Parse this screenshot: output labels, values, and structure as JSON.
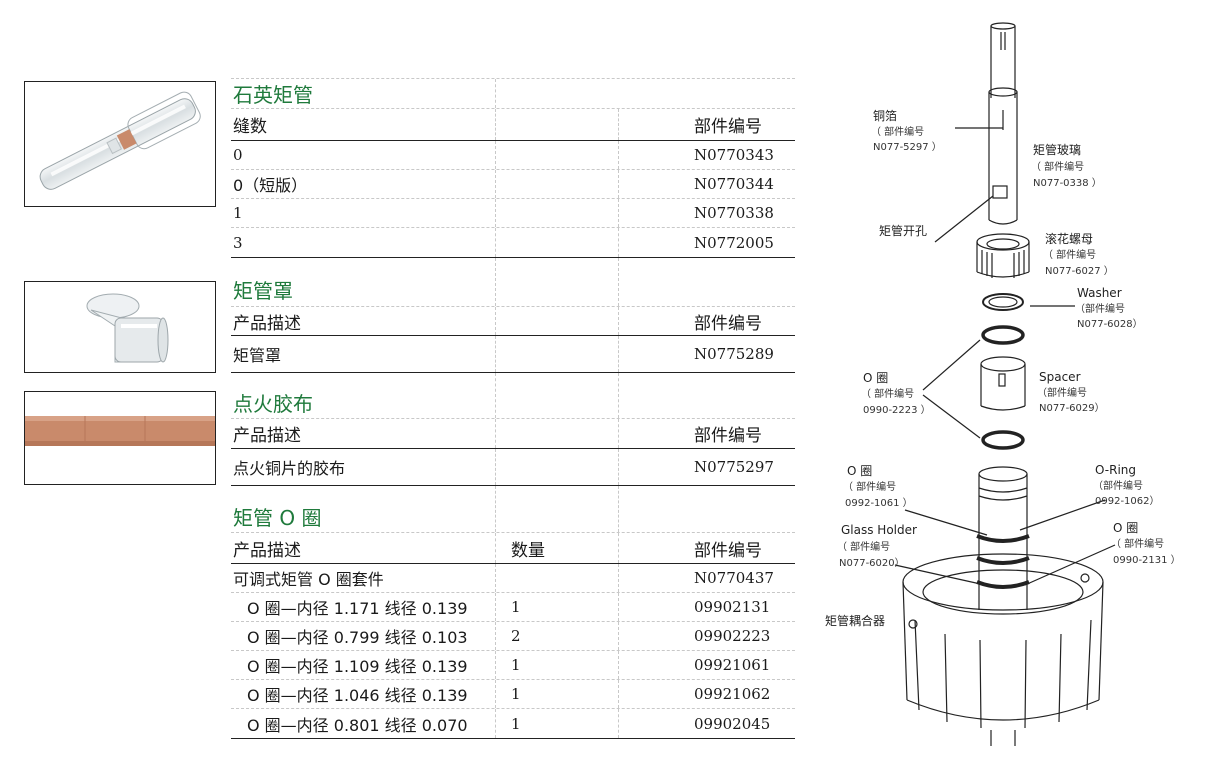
{
  "sections": {
    "quartz_torch": {
      "title": "石英矩管",
      "col_headers": [
        "缝数",
        "部件编号"
      ],
      "rows": [
        {
          "desc": "0",
          "part": "N0770343"
        },
        {
          "desc": "0（短版）",
          "part": "N0770344"
        },
        {
          "desc": "1",
          "part": "N0770338"
        },
        {
          "desc": "3",
          "part": "N0772005"
        }
      ]
    },
    "torch_shield": {
      "title": "矩管罩",
      "col_headers": [
        "产品描述",
        "部件编号"
      ],
      "rows": [
        {
          "desc": "矩管罩",
          "part": "N0775289"
        }
      ]
    },
    "ignition_tape": {
      "title": "点火胶布",
      "col_headers": [
        "产品描述",
        "部件编号"
      ],
      "rows": [
        {
          "desc": "点火铜片的胶布",
          "part": "N0775297"
        }
      ]
    },
    "torch_oring": {
      "title": "矩管 O 圈",
      "col_headers": [
        "产品描述",
        "数量",
        "部件编号"
      ],
      "kit": {
        "desc": "可调式矩管 O 圈套件",
        "part": "N0770437"
      },
      "rows": [
        {
          "desc": "O 圈—内径 1.171 线径 0.139",
          "qty": "1",
          "part": "09902131"
        },
        {
          "desc": "O 圈—内径 0.799 线径 0.103",
          "qty": "2",
          "part": "09902223"
        },
        {
          "desc": "O 圈—内径 1.109 线径 0.139",
          "qty": "1",
          "part": "09921061"
        },
        {
          "desc": "O 圈—内径 1.046 线径 0.139",
          "qty": "1",
          "part": "09921062"
        },
        {
          "desc": "O 圈—内径 0.801 线径 0.070",
          "qty": "1",
          "part": "09902045"
        }
      ]
    }
  },
  "diagram": {
    "copper_foil": {
      "name": "铜箔",
      "pn_label": "（ 部件编号",
      "pn": "N077-5297 ）"
    },
    "torch_glass": {
      "name": "矩管玻璃",
      "pn_label": "（ 部件编号",
      "pn": "N077-0338 ）"
    },
    "torch_hole": {
      "name": "矩管开孔"
    },
    "knurled_nut": {
      "name": "滚花螺母",
      "pn_label": "（ 部件编号",
      "pn": "N077-6027 ）"
    },
    "washer": {
      "name": "Washer",
      "pn_label": "（部件编号",
      "pn": "N077-6028）"
    },
    "oring_a": {
      "name": "O 圈",
      "pn_label": "（ 部件编号",
      "pn": "0990-2223 ）"
    },
    "spacer": {
      "name": "Spacer",
      "pn_label": "（部件编号",
      "pn": "N077-6029）"
    },
    "oring_b": {
      "name": "O 圈",
      "pn_label": "（ 部件编号",
      "pn": "0992-1061 ）"
    },
    "oring_c": {
      "name": "O-Ring",
      "pn_label": "（部件编号",
      "pn": "0992-1062）"
    },
    "glass_holder": {
      "name": "Glass Holder",
      "pn_label": "（ 部件编号",
      "pn": "N077-6020）"
    },
    "oring_d": {
      "name": "O 圈",
      "pn_label": "（ 部件编号",
      "pn": "0990-2131 ）"
    },
    "coupler": {
      "name": "矩管耦合器"
    }
  },
  "colors": {
    "section_title": "#1f7a3c",
    "copper": "#c98a6b"
  }
}
